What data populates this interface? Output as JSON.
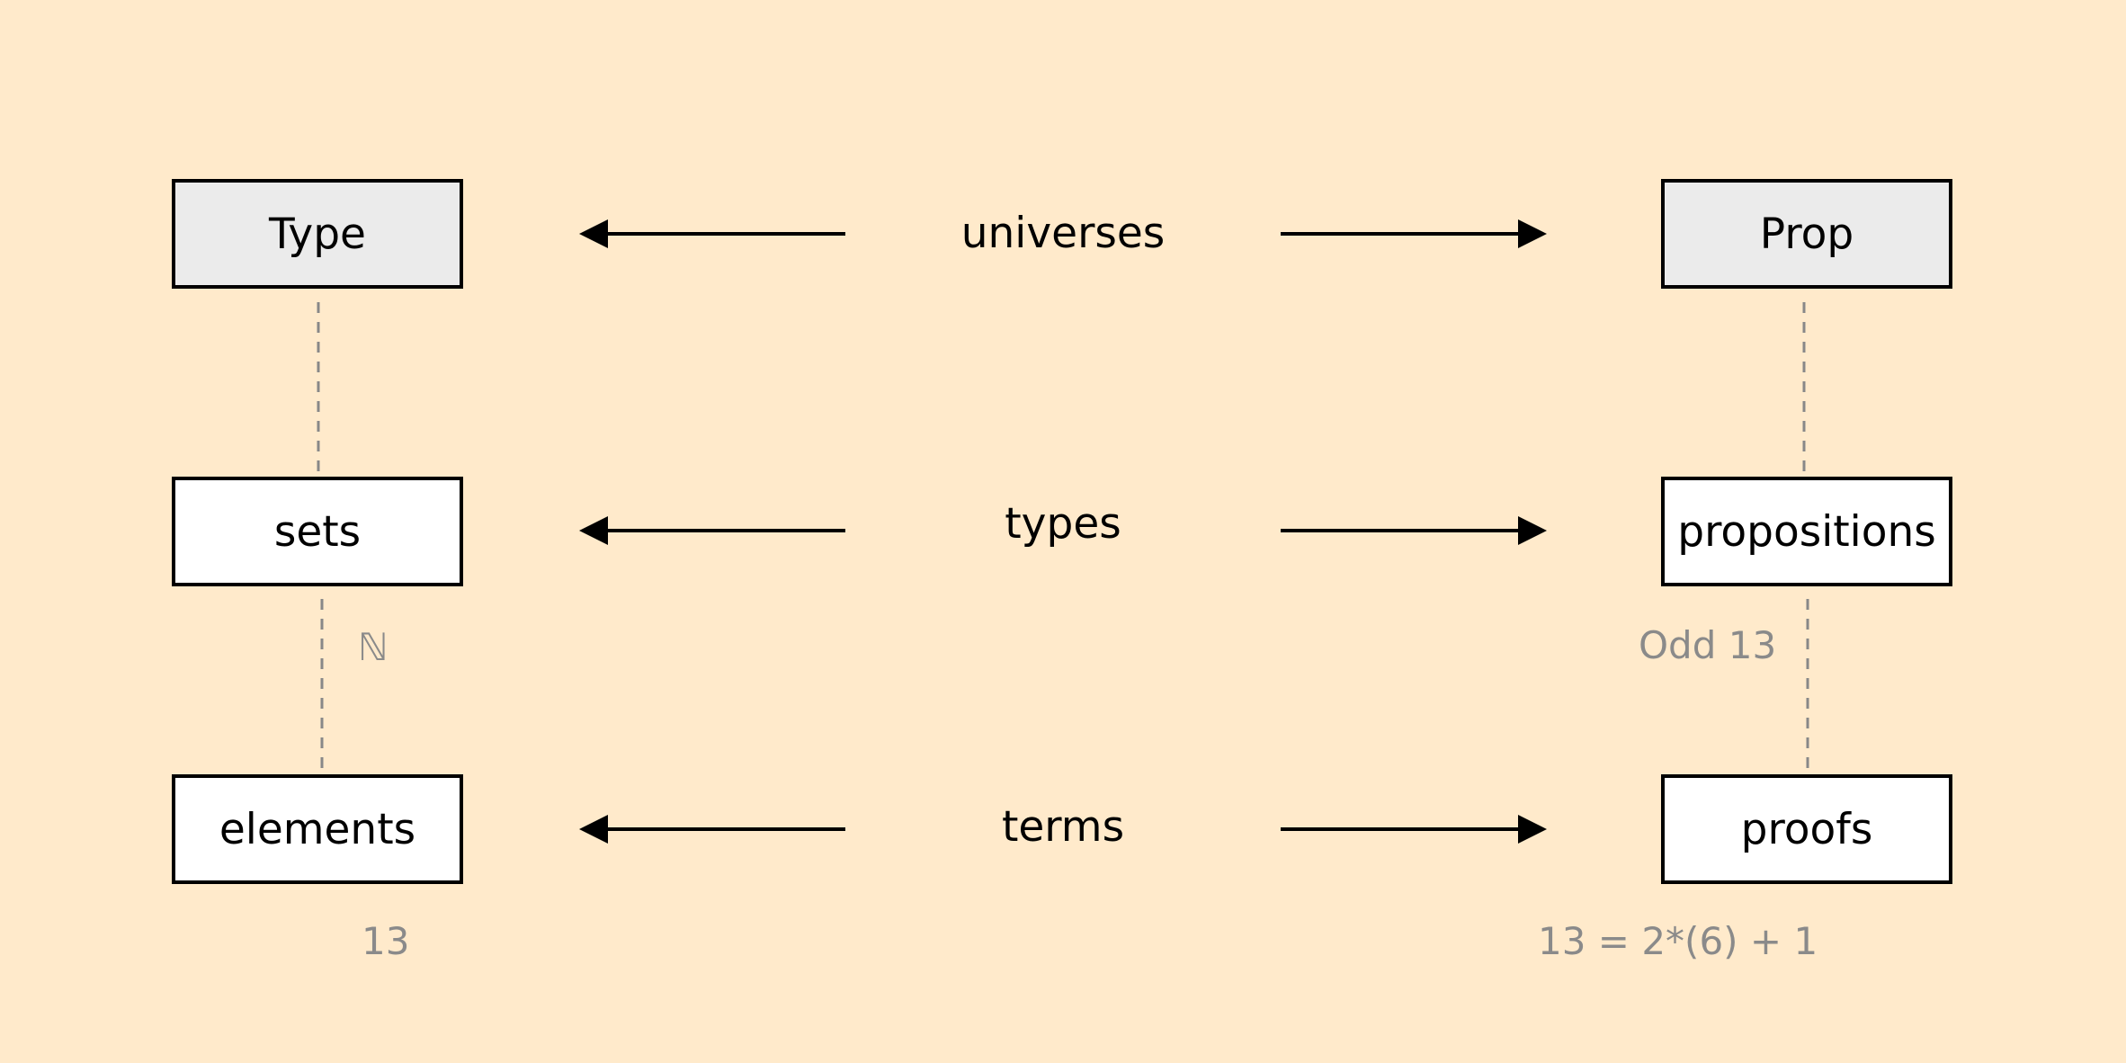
{
  "left_column": {
    "universe": "Type",
    "type": "sets",
    "term": "elements"
  },
  "right_column": {
    "universe": "Prop",
    "type": "propositions",
    "term": "proofs"
  },
  "center": {
    "universes": "universes",
    "types": "types",
    "terms": "terms"
  },
  "examples": {
    "left_type": "ℕ",
    "left_term": "13",
    "right_type": "Odd 13",
    "right_term": "13 = 2*(6) + 1"
  },
  "colors": {
    "background": "#ffeacb",
    "universe_box": "#ebebeb",
    "box": "#ffffff",
    "example_text": "#8a8a8a"
  }
}
